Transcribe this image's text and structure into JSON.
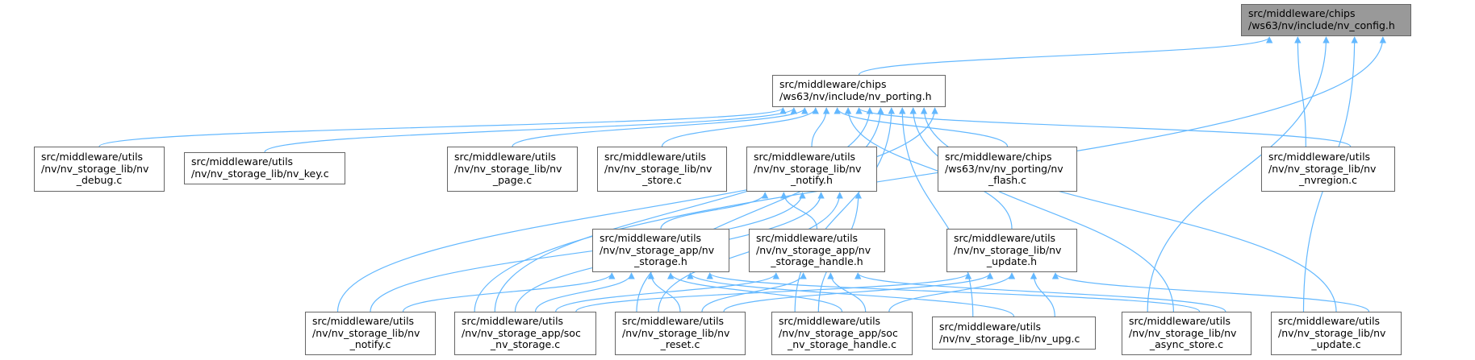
{
  "graph": {
    "edge_color": "#63b8ff",
    "root_fill": "#999999",
    "nodes": {
      "config": {
        "lines": [
          "src/middleware/chips",
          "/ws63/nv/include/nv_config.h"
        ],
        "root": true
      },
      "porting": {
        "lines": [
          "src/middleware/chips",
          "/ws63/nv/include/nv_porting.h"
        ]
      },
      "debug": {
        "lines": [
          "src/middleware/utils",
          "/nv/nv_storage_lib/nv",
          "_debug.c"
        ]
      },
      "key": {
        "lines": [
          "src/middleware/utils",
          "/nv/nv_storage_lib/nv_key.c"
        ]
      },
      "page": {
        "lines": [
          "src/middleware/utils",
          "/nv/nv_storage_lib/nv",
          "_page.c"
        ]
      },
      "store": {
        "lines": [
          "src/middleware/utils",
          "/nv/nv_storage_lib/nv",
          "_store.c"
        ]
      },
      "notify_h": {
        "lines": [
          "src/middleware/utils",
          "/nv/nv_storage_lib/nv",
          "_notify.h"
        ]
      },
      "flash": {
        "lines": [
          "src/middleware/chips",
          "/ws63/nv/nv_porting/nv",
          "_flash.c"
        ]
      },
      "nvregion": {
        "lines": [
          "src/middleware/utils",
          "/nv/nv_storage_lib/nv",
          "_nvregion.c"
        ]
      },
      "storage_h": {
        "lines": [
          "src/middleware/utils",
          "/nv/nv_storage_app/nv",
          "_storage.h"
        ]
      },
      "handle_h": {
        "lines": [
          "src/middleware/utils",
          "/nv/nv_storage_app/nv",
          "_storage_handle.h"
        ]
      },
      "update_h": {
        "lines": [
          "src/middleware/utils",
          "/nv/nv_storage_lib/nv",
          "_update.h"
        ]
      },
      "notify_c": {
        "lines": [
          "src/middleware/utils",
          "/nv/nv_storage_lib/nv",
          "_notify.c"
        ]
      },
      "soc_storage": {
        "lines": [
          "src/middleware/utils",
          "/nv/nv_storage_app/soc",
          "_nv_storage.c"
        ]
      },
      "reset": {
        "lines": [
          "src/middleware/utils",
          "/nv/nv_storage_lib/nv",
          "_reset.c"
        ]
      },
      "soc_handle": {
        "lines": [
          "src/middleware/utils",
          "/nv/nv_storage_app/soc",
          "_nv_storage_handle.c"
        ]
      },
      "upg": {
        "lines": [
          "src/middleware/utils",
          "/nv/nv_storage_lib/nv_upg.c"
        ]
      },
      "async_store": {
        "lines": [
          "src/middleware/utils",
          "/nv/nv_storage_lib/nv",
          "_async_store.c"
        ]
      },
      "update_c": {
        "lines": [
          "src/middleware/utils",
          "/nv/nv_storage_lib/nv",
          "_update.c"
        ]
      }
    },
    "edges": [
      [
        "porting",
        "config"
      ],
      [
        "nvregion",
        "config"
      ],
      [
        "async_store",
        "config"
      ],
      [
        "update_c",
        "config"
      ],
      [
        "soc_storage",
        "config"
      ],
      [
        "debug",
        "porting"
      ],
      [
        "key",
        "porting"
      ],
      [
        "page",
        "porting"
      ],
      [
        "store",
        "porting"
      ],
      [
        "notify_h",
        "porting"
      ],
      [
        "flash",
        "porting"
      ],
      [
        "update_h",
        "porting"
      ],
      [
        "nvregion",
        "porting"
      ],
      [
        "soc_storage",
        "porting"
      ],
      [
        "reset",
        "porting"
      ],
      [
        "soc_handle",
        "porting"
      ],
      [
        "upg",
        "porting"
      ],
      [
        "async_store",
        "porting"
      ],
      [
        "update_c",
        "porting"
      ],
      [
        "notify_c",
        "porting"
      ],
      [
        "storage_h",
        "notify_h"
      ],
      [
        "handle_h",
        "notify_h"
      ],
      [
        "notify_c",
        "notify_h"
      ],
      [
        "soc_storage",
        "notify_h"
      ],
      [
        "reset",
        "notify_h"
      ],
      [
        "soc_handle",
        "notify_h"
      ],
      [
        "notify_c",
        "storage_h"
      ],
      [
        "soc_storage",
        "storage_h"
      ],
      [
        "reset",
        "storage_h"
      ],
      [
        "soc_handle",
        "storage_h"
      ],
      [
        "upg",
        "storage_h"
      ],
      [
        "async_store",
        "storage_h"
      ],
      [
        "soc_storage",
        "handle_h"
      ],
      [
        "reset",
        "handle_h"
      ],
      [
        "soc_handle",
        "handle_h"
      ],
      [
        "async_store",
        "handle_h"
      ],
      [
        "soc_storage",
        "update_h"
      ],
      [
        "reset",
        "update_h"
      ],
      [
        "soc_handle",
        "update_h"
      ],
      [
        "upg",
        "update_h"
      ],
      [
        "update_c",
        "update_h"
      ]
    ]
  }
}
